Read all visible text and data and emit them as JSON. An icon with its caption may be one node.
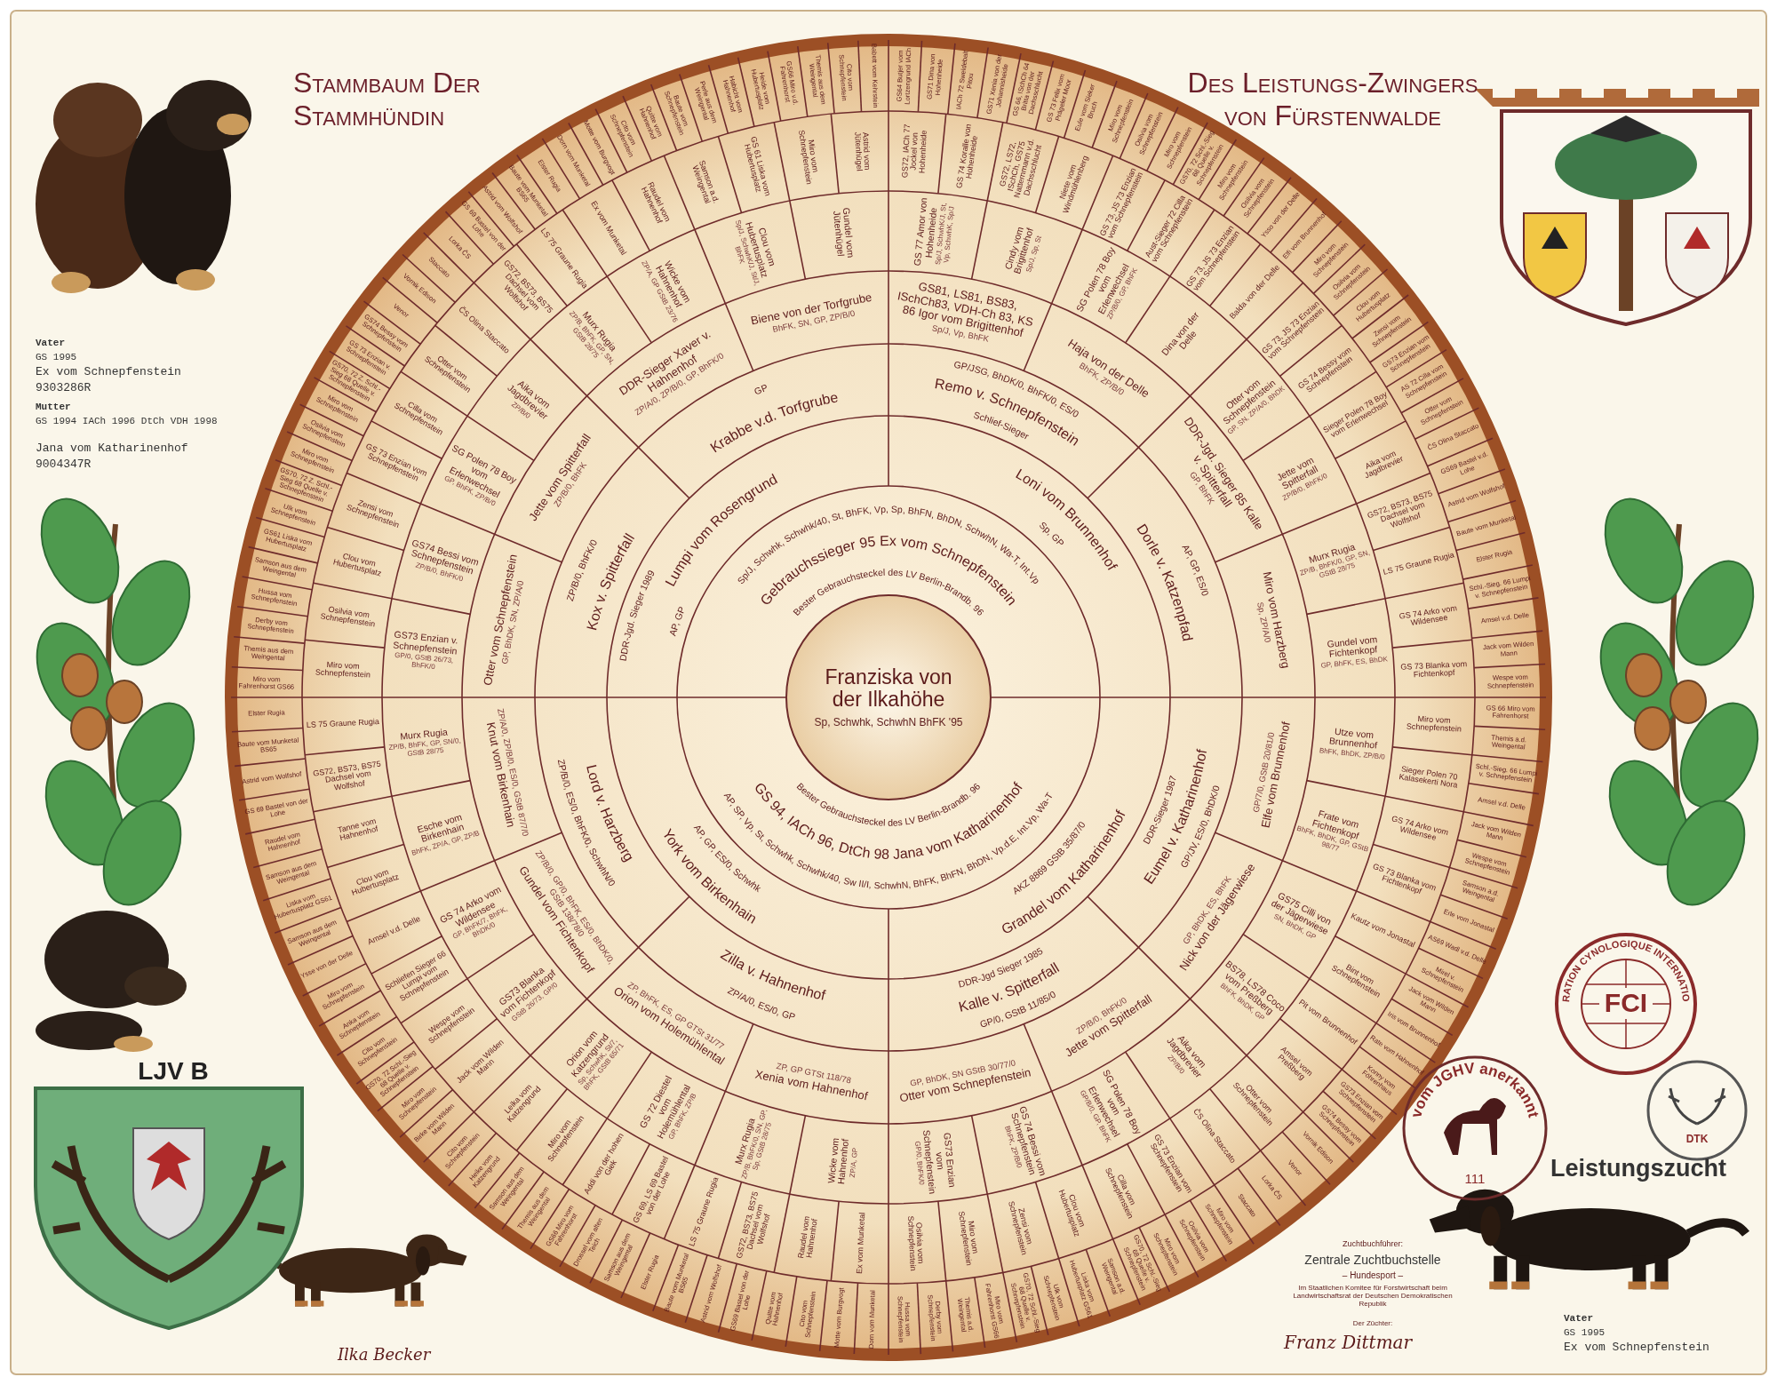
{
  "diagram": {
    "nodes": [
      {
        "text": [
          "Franziska von der Ilkahöhe",
          "Sp, Schwhk, SchwhN BhFK '95"
        ]
      },
      {
        "text": [
          "Sp/J, Schwhk, Schwhk/40, St, BhFK, Vp, Sp, BhFN, BhDN, SchwhN, Wa-T, Int.Vp",
          "Gebrauchssieger 95 Ex vom Schnepfenstein",
          "Bester Gebrauchsteckel des LV Berlin-Brandb. 96"
        ]
      },
      {
        "text": [
          "Bester Gebrauchsteckel des LV Berlin-Brandb. 96",
          "GS 94, IACh 96, DtCh 98 Jana vom Katharinenhof",
          "AP, SP, Vp, St, Schwhk, Schwhk/40, Sw II/I, SchwhN, BhFK, BhFN, BhDN, Vp.d.E, Int.Vp, Wa-T"
        ]
      },
      {
        "text": [
          "DDR-Jgd. Sieger 1989",
          "Lumpi vom Rosengrund",
          "AP, GP"
        ]
      },
      {
        "text": [
          "Loni vom Brunnenhof",
          "Sp, GP"
        ]
      },
      {
        "text": [
          "AKZ 8869 GStB 35/87/0",
          "Grandel vom Katharinenhof"
        ]
      },
      {
        "text": [
          "AP, GP, ES/0, Schwhk",
          "York vom Birkenhain"
        ]
      },
      {
        "text": [
          "ZP/B/0, BhFK/0",
          "Kox v. Spitterfall"
        ]
      },
      {
        "text": [
          "GP",
          "Krabbe v.d. Torfgrube"
        ]
      },
      {
        "text": [
          "GP/JSG, BhDK/0, BhFK/0, ES/0",
          "Remo v. Schnepfenstein",
          "Schlief-Sieger"
        ]
      },
      {
        "text": [
          "AP, GP, ES/0",
          "Dorle v. Katzenpfad"
        ]
      },
      {
        "text": [
          "DDR-Sieger 1987",
          "Eumel v. Katharinenhof",
          "GP/JV, ES/0, BhDK/0"
        ]
      },
      {
        "text": [
          "DDR-Jgd Sieger 1985",
          "Kalle v. Spitterfall",
          "GP/0, GStB 11/85/0"
        ]
      },
      {
        "text": [
          "Zilla v. Hahnenhof",
          "ZP/A/0, ES/0, GP"
        ]
      },
      {
        "text": [
          "Lord v. Harzberg",
          "ZP/B/0, ES/0, BhFK/0, SchwhN/0"
        ]
      },
      {
        "text": [
          "Otter vom Schnepfenstein",
          "GP, BhDK, SN, ZP/A/0"
        ]
      },
      {
        "text": [
          "Jette vom Spitterfall",
          "ZP/B/0, BhFK"
        ]
      },
      {
        "text": [
          "DDR-Sieger Xaver v. Hahnenhof",
          "ZP/A/0, ZP/B/0, GP, BhFK/0"
        ]
      },
      {
        "text": [
          "Biene von der Torfgrube",
          "BhFK, SN, GP, ZP/B/0"
        ]
      },
      {
        "text": [
          "GS81, LS81, BS83, ISchCh83, VDH-Ch 83, KS 86 Igor vom Brigittenhof",
          "Sp/J, Vp, BhFK"
        ]
      },
      {
        "text": [
          "Haja von der Delle",
          "BhFK, ZP/B/0"
        ]
      },
      {
        "text": [
          "DDR-Jgd. Sieger 85 Kalle v. Spitterfall",
          "GP, BhFK"
        ]
      },
      {
        "text": [
          "Miro vom Harzberg",
          "Sp, ZP/A/0"
        ]
      },
      {
        "text": [
          "GP/7/0, GStB 20/81/0",
          "Elfe vom Brunnenhof"
        ]
      },
      {
        "text": [
          "GP, BhDK, ES, BhFK",
          "Nick von der Jägerwiese"
        ]
      },
      {
        "text": [
          "ZP/B/0, BhFK/0",
          "Jette vom Spitterfall"
        ]
      },
      {
        "text": [
          "GP, BhDK, SN GStB 30/77/0",
          "Otter vom Schnepfenstein"
        ]
      },
      {
        "text": [
          "ZP, GP GTSt 118/78",
          "Xenia vom Hahnenhof"
        ]
      },
      {
        "text": [
          "ZP, BhFK, ES, GP GTSt 31/77",
          "Orion vom Holemühlental"
        ]
      },
      {
        "text": [
          "ZP/B/0, GP/0, BhFK, ES/0, BhDK/0, GStB 138/78/0",
          "Gundel vom Fichtenkopf"
        ]
      },
      {
        "text": [
          "ZP/A/0, ZP/B/0, ES/0, GStB 87/7/0",
          "Knut vom Birkenhain"
        ]
      },
      {
        "text": [
          "GS73 Enzian v. Schnepfenstein",
          "GP/0, GStB 26/73, BhFK/0"
        ]
      },
      {
        "text": [
          "GS74 Bessi vom Schnepfenstein",
          "ZP/B/0, BhFK/0"
        ]
      },
      {
        "text": [
          "SG Polen 78 Boy vom Erlenwechsel",
          "GP, BhFK, ZP/B/0"
        ]
      },
      {
        "text": [
          "Aika vom Jagdbrevier",
          "ZP/B/0"
        ]
      },
      {
        "text": [
          "Murx Rugia",
          "ZP/B, BhFK, GP, SN, GStB 28/75"
        ]
      },
      {
        "text": [
          "Wicke vom Hahnenhof",
          "ZP/A, GP GStB 23/76"
        ]
      },
      {
        "text": [
          "Clou vom Hubertusplatz",
          "Sp/J, SchwhK/J, St/J, BhFK"
        ]
      },
      {
        "text": [
          "Gundel vom Jütenhügel"
        ]
      },
      {
        "text": [
          "GS 77 Amor von Hohenheide",
          "Sp/J, SchwhK/J, St, Vp, SchwhK, Sp/J"
        ]
      },
      {
        "text": [
          "Cindy vom Brigittenhof",
          "Sp/J, Sp, St"
        ]
      },
      {
        "text": [
          "SG Polen 78 Boy vom Erlenwechsel",
          "ZP/B/0, GP, BhFK"
        ]
      },
      {
        "text": [
          "Dina von der Delle"
        ]
      },
      {
        "text": [
          "Otter vom Schnepfenstein",
          "GP, SN, ZP/A/0, BhDK"
        ]
      },
      {
        "text": [
          "Jette vom Spitterfall",
          "ZP/B/0, BhFK/0"
        ]
      },
      {
        "text": [
          "Murx Rugia",
          "ZP/B, BhFK/0, GP, SN, GStB 28/75"
        ]
      },
      {
        "text": [
          "Gundel vom Fichtenkopf",
          "GP, BhFK, ES, BhDK"
        ]
      },
      {
        "text": [
          "Utze vom Brunnenhof",
          "BhFK, BhDK, ZP/B/0"
        ]
      },
      {
        "text": [
          "Frate vom Fichtenkopf",
          "BhFK, BhDK, GP, GStB 98/77"
        ]
      },
      {
        "text": [
          "GS75 Cilli von der Jägerwiese",
          "SN, BhDK, GP"
        ]
      },
      {
        "text": [
          "BS78, LS78 Coco vom Preßberg",
          "BhFK, BhDK, GP"
        ]
      },
      {
        "text": [
          "Aika vom Jagdbrevier",
          "ZP/B/0"
        ]
      },
      {
        "text": [
          "SG Polen 78 Boy vom Erlenwechsel",
          "GP/B/0, GP, BhFK"
        ]
      },
      {
        "text": [
          "GS 74 Bessi vom Schnepfenstein",
          "BhFK, ZP/B/0"
        ]
      },
      {
        "text": [
          "GS73 Enzian vom Schnepfenstein",
          "GP/0, BhFK/0"
        ]
      },
      {
        "text": [
          "Wicke vom Hahnenhof",
          "ZP/A, GP"
        ]
      },
      {
        "text": [
          "Murx Rugia",
          "ZP/B, BhFK/0, SN, GP, Sp, GStB 28/75"
        ]
      },
      {
        "text": [
          "GS 72 Diestel vom Holemühlental",
          "GP, BhFK, ZP/B"
        ]
      },
      {
        "text": [
          "Orion vom Katzengrund",
          "Sp, SchwhK, St/7, BhFK, GStB 65/71"
        ]
      },
      {
        "text": [
          "GS73 Blanka vom Fichtenkopf",
          "GStB 26/73, GP/0"
        ]
      },
      {
        "text": [
          "GS 74 Arko vom Wildensee",
          "GP, BhFK/7, BhFK, BhDK/0"
        ]
      },
      {
        "text": [
          "Esche vom Birkenhain",
          "BhFK, ZP/A, GP, ZP/B"
        ]
      },
      {
        "text": [
          "Murx Rugia",
          "ZP/B, BhFK, GP, SN/0, GStB 28/75"
        ]
      },
      {
        "text": [
          "Miro vom Schnepfenstein"
        ]
      },
      {
        "text": [
          "Osilvia vom Schnepfenstein"
        ]
      },
      {
        "text": [
          "Clou vom Hubertusplatz"
        ]
      },
      {
        "text": [
          "Zensi vom Schnepfenstein"
        ]
      },
      {
        "text": [
          "GS 73 Enzian vom Schnepfenstein"
        ]
      },
      {
        "text": [
          "Cilla vom Schnepfenstein"
        ]
      },
      {
        "text": [
          "Otter vom Schnepfenstein"
        ]
      },
      {
        "text": [
          "ČS Olina Staccato"
        ]
      },
      {
        "text": [
          "GS72, BS73, BS75 Dachsel vom Wolfshof"
        ]
      },
      {
        "text": [
          "LS 75 Graune Rugia"
        ]
      },
      {
        "text": [
          "Ex vom Munketal"
        ]
      },
      {
        "text": [
          "Raudel vom Hahnenhof"
        ]
      },
      {
        "text": [
          "Samson a.d. Weingental"
        ]
      },
      {
        "text": [
          "GS 61 Liska vom Hubertusplatz"
        ]
      },
      {
        "text": [
          "Miro vom Schnepfenstein"
        ]
      },
      {
        "text": [
          "Astrid vom Jütenhügel"
        ]
      },
      {
        "text": [
          "GS72, IACh 77 Jockel von Hohenheide"
        ]
      },
      {
        "text": [
          "GS 74 Koralle von Hohenheide"
        ]
      },
      {
        "text": [
          "GS72, LS72, ISchCh, GS75 Natternmann v.d. Dachsschlucht"
        ]
      },
      {
        "text": [
          "Niete vom Windmühlenberg"
        ]
      },
      {
        "text": [
          "GS 73, JS 73 Enzian vom Schnepfenstein"
        ]
      },
      {
        "text": [
          "Aust-Sieger 72 Cilla vom Schnepfenstein"
        ]
      },
      {
        "text": [
          "GS 73, JS 73 Enzian vom Schnepfenstein"
        ]
      },
      {
        "text": [
          "Balda von der Delle"
        ]
      },
      {
        "text": [
          "GS 73, JS 73 Enzian vom Schnepfenstein"
        ]
      },
      {
        "text": [
          "GS 74 Bessy vom Schnepfenstein"
        ]
      },
      {
        "text": [
          "Sieger Polen 78 Boy vom Erlenwechsel"
        ]
      },
      {
        "text": [
          "Aika vom Jagdbrevier"
        ]
      },
      {
        "text": [
          "GS72, BS73, BS75 Dachsel vom Wolfshof"
        ]
      },
      {
        "text": [
          "LS 75 Graune Rugia"
        ]
      },
      {
        "text": [
          "GS 74 Arko vom Wildensee"
        ]
      },
      {
        "text": [
          "GS 73 Blanka vom Fichtenkopf"
        ]
      },
      {
        "text": [
          "Miro vom Schnepfenstein"
        ]
      },
      {
        "text": [
          "Sieger Polen 70 Kalasekerti Nora"
        ]
      },
      {
        "text": [
          "GS 74 Arko vom Wildensee"
        ]
      },
      {
        "text": [
          "GS 73 Blanka vom Fichtenkopf"
        ]
      },
      {
        "text": [
          "Kautz vom Jonastal"
        ]
      },
      {
        "text": [
          "Bint vom Schnepfenstein"
        ]
      },
      {
        "text": [
          "Pit vom Brunnenhof"
        ]
      },
      {
        "text": [
          "Amsel vom Preßberg"
        ]
      },
      {
        "text": [
          "Otter vom Schnepfenstein"
        ]
      },
      {
        "text": [
          "ČS Olina Staccato"
        ]
      },
      {
        "text": [
          "GS 73 Enzian vom Schnepfenstein"
        ]
      },
      {
        "text": [
          "Cilla vom Schnepfenstein"
        ]
      },
      {
        "text": [
          "Clou vom Hubertusplatz"
        ]
      },
      {
        "text": [
          "Zensi vom Schnepfenstein"
        ]
      },
      {
        "text": [
          "Miro vom Schnepfenstein"
        ]
      },
      {
        "text": [
          "Osilvia vom Schnepfenstein"
        ]
      },
      {
        "text": [
          "Ex vom Munketal"
        ]
      },
      {
        "text": [
          "Raudel vom Hahnenhof"
        ]
      },
      {
        "text": [
          "GS72, BS73, BS75 Dachsel vom Wolfshof"
        ]
      },
      {
        "text": [
          "LS 75 Graune Rugia"
        ]
      },
      {
        "text": [
          "GS 69, LS 69 Bastel von der Lohe"
        ]
      },
      {
        "text": [
          "Addi von der hohen Giek"
        ]
      },
      {
        "text": [
          "Miro vom Schnepfenstein"
        ]
      },
      {
        "text": [
          "Leika vom Katzengrund"
        ]
      },
      {
        "text": [
          "Jack vom Wilden Mann"
        ]
      },
      {
        "text": [
          "Wespe vom Schnepfenstein"
        ]
      },
      {
        "text": [
          "Schliefen Sieger 66 Lumpi vom Schnepfenstein"
        ]
      },
      {
        "text": [
          "Amsel v.d. Delle"
        ]
      },
      {
        "text": [
          "Clou vom Hubertusplatz"
        ]
      },
      {
        "text": [
          "Tanne vom Hahnenhof"
        ]
      },
      {
        "text": [
          "GS72, BS73, BS75 Dachsel vom Wolfshof"
        ]
      },
      {
        "text": [
          "LS 75 Graune Rugia"
        ]
      },
      {
        "text": [
          "Miro vom Fahrenhorst GS66"
        ]
      },
      {
        "text": [
          "Themis aus dem Weingental"
        ]
      },
      {
        "text": [
          "Derby vom Schnepfenstein"
        ]
      },
      {
        "text": [
          "Hussa vom Schnepfenstein"
        ]
      },
      {
        "text": [
          "Samson aus dem Weingental"
        ]
      },
      {
        "text": [
          "GS61 Liska vom Hubertusplatz"
        ]
      },
      {
        "text": [
          "Ulk vom Schnepfenstein"
        ]
      },
      {
        "text": [
          "GS70, 72 Z. Schl.-Sieg 68 Quelle v. Schnepfenstein"
        ]
      },
      {
        "text": [
          "Miro vom Schnepfenstein"
        ]
      },
      {
        "text": [
          "Osilvia vom Schnepfenstein"
        ]
      },
      {
        "text": [
          "Miro vom Schnepfenstein"
        ]
      },
      {
        "text": [
          "GS70, 72 Z. Schl.-Sieg 68 Quelle v. Schnepfenstein"
        ]
      },
      {
        "text": [
          "GS 73 Enzian v. Schnepfenstein"
        ]
      },
      {
        "text": [
          "GS74 Bessy vom Schnepfenstein"
        ]
      },
      {
        "text": [
          "Venor"
        ]
      },
      {
        "text": [
          "Vornik Edison"
        ]
      },
      {
        "text": [
          "Staccato"
        ]
      },
      {
        "text": [
          "Lorka ČS"
        ]
      },
      {
        "text": [
          "GS 69 Bastel von der Lohe"
        ]
      },
      {
        "text": [
          "Astrid vom Wolfshof"
        ]
      },
      {
        "text": [
          "Baute vom Munketal BS65"
        ]
      },
      {
        "text": [
          "Elster Rugia"
        ]
      },
      {
        "text": [
          "Dorn vom Munketal"
        ]
      },
      {
        "text": [
          "Motte vom Burgvogt"
        ]
      },
      {
        "text": [
          "Cito vom Schnepfenstein"
        ]
      },
      {
        "text": [
          "Quitte vom Hahnenhof"
        ]
      },
      {
        "text": [
          "Baute vom Schnepfenstein"
        ]
      },
      {
        "text": [
          "Perle aus dem Weingental"
        ]
      },
      {
        "text": [
          "Habicht vom Hahnenhof"
        ]
      },
      {
        "text": [
          "Heide vom Hubertusplatz"
        ]
      },
      {
        "text": [
          "GS66 Miro v.d. Fahrenhorst"
        ]
      },
      {
        "text": [
          "Themis aus dem Weingental"
        ]
      },
      {
        "text": [
          "Cito vom Schnepfenstein"
        ]
      },
      {
        "text": [
          "Babett vom Kehrstein"
        ]
      },
      {
        "text": [
          "GS64 Butjer vom Lortzengrund IACh"
        ]
      },
      {
        "text": [
          "GS71 Dina von Hohenheide"
        ]
      },
      {
        "text": [
          "IACh 72 Sweldebalt Pitou"
        ]
      },
      {
        "text": [
          "GS71 Xenia von der Johannisheide"
        ]
      },
      {
        "text": [
          "GS 66, ISchCh 64 Britta von der Dachsschlucht"
        ]
      },
      {
        "text": [
          "GS 73 Felix vom Prägeler Moor"
        ]
      },
      {
        "text": [
          "Eule vom Sieker Bruch"
        ]
      },
      {
        "text": [
          "Miro vom Schnepfenstein"
        ]
      },
      {
        "text": [
          "Osilvia vom Schnepfenstein"
        ]
      },
      {
        "text": [
          "Miro vom Schnepfenstein"
        ]
      },
      {
        "text": [
          "GS70, 72 Schl.-Sieg 68 Quelle v. Schnepfenstein"
        ]
      },
      {
        "text": [
          "Miro vom Schnepfenstein"
        ]
      },
      {
        "text": [
          "Osilvia vom Schnepfenstein"
        ]
      },
      {
        "text": [
          "Ysso von der Delle"
        ]
      },
      {
        "text": [
          "Elfi vom Brunnenhof"
        ]
      },
      {
        "text": [
          "Miro vom Schnepfenstein"
        ]
      },
      {
        "text": [
          "Osilvia vom Schnepfenstein"
        ]
      },
      {
        "text": [
          "Clou vom Hubertusplatz"
        ]
      },
      {
        "text": [
          "Zensi vom Schnepfenstein"
        ]
      },
      {
        "text": [
          "GS73 Enzian vom Schnepfenstein"
        ]
      },
      {
        "text": [
          "AS 72 Cilla vom Schnepfenstein"
        ]
      },
      {
        "text": [
          "Otter vom Schnepfenstein"
        ]
      },
      {
        "text": [
          "ČS Olina Staccato"
        ]
      },
      {
        "text": [
          "GS69 Bastel v.d. Lohe"
        ]
      },
      {
        "text": [
          "Astrid vom Wolfshof"
        ]
      },
      {
        "text": [
          "Baute vom Munketal"
        ]
      },
      {
        "text": [
          "Elster Rugia"
        ]
      },
      {
        "text": [
          "Schl.-Sieg. 66 Lumpi v. Schnepfenstein"
        ]
      },
      {
        "text": [
          "Amsel v.d. Delle"
        ]
      },
      {
        "text": [
          "Jack vom Wilden Mann"
        ]
      },
      {
        "text": [
          "Wespe vom Schnepfenstein"
        ]
      },
      {
        "text": [
          "GS 66 Miro vom Fahrenhorst"
        ]
      },
      {
        "text": [
          "Themis a.d. Weingental"
        ]
      },
      {
        "text": [
          "Schl.-Sieg. 66 Lumpi v. Schnepfenstein"
        ]
      },
      {
        "text": [
          "Amsel v.d. Delle"
        ]
      },
      {
        "text": [
          "Jack vom Wilden Mann"
        ]
      },
      {
        "text": [
          "Wespe vom Schnepfenstein"
        ]
      },
      {
        "text": [
          "Samson a.d. Weingental"
        ]
      },
      {
        "text": [
          "Erle vom Jonastal"
        ]
      },
      {
        "text": [
          "AS69 Wadl v.d. Delle"
        ]
      },
      {
        "text": [
          "Mirel v. Schnepfenstein"
        ]
      },
      {
        "text": [
          "Jack vom Wilden Mann"
        ]
      },
      {
        "text": [
          "Iris vom Brunnenhof"
        ]
      },
      {
        "text": [
          "Rate vom Hahnenhof"
        ]
      },
      {
        "text": [
          "Konny vom Föhrenhaus"
        ]
      },
      {
        "text": [
          "GS73 Enzian vom Schnepfenstein"
        ]
      },
      {
        "text": [
          "GS74 Bessy vom Schnepfenstein"
        ]
      },
      {
        "text": [
          "Vornik Edison"
        ]
      },
      {
        "text": [
          "Venor"
        ]
      },
      {
        "text": [
          "Lorka ČS"
        ]
      },
      {
        "text": [
          "Staccato"
        ]
      },
      {
        "text": [
          "Miro vom Schnepfenstein"
        ]
      },
      {
        "text": [
          "Osilvia vom Schnepfenstein"
        ]
      },
      {
        "text": [
          "Miro vom Schnepfenstein"
        ]
      },
      {
        "text": [
          "GS70, 72 Schl.-Sieg 68 Quelle v. Schnepfenstein"
        ]
      },
      {
        "text": [
          "Samson a.d. Weingental"
        ]
      },
      {
        "text": [
          "Liska vom Hubertusplatz GS61"
        ]
      },
      {
        "text": [
          "Ulk vom Schnepfenstein"
        ]
      },
      {
        "text": [
          "GS70, 72 Schl.-Sieg 68 Quelle v. Schnepfenstein"
        ]
      },
      {
        "text": [
          "Miro vom Fahrenhorst GS66"
        ]
      },
      {
        "text": [
          "Themis a.d. Weingental"
        ]
      },
      {
        "text": [
          "Derby vom Schnepfenstein"
        ]
      },
      {
        "text": [
          "Hussa vom Schnepfenstein"
        ]
      },
      {
        "text": [
          "Dorn vom Munketal"
        ]
      },
      {
        "text": [
          "Motte vom Burgvogt"
        ]
      },
      {
        "text": [
          "Cito vom Schnepfenstein"
        ]
      },
      {
        "text": [
          "Quitte vom Hahnenhof"
        ]
      },
      {
        "text": [
          "GS69 Bastel von der Lohe"
        ]
      },
      {
        "text": [
          "Astrid vom Wolfshof"
        ]
      },
      {
        "text": [
          "Baute vom Munketal BS65"
        ]
      },
      {
        "text": [
          "Elster Rugia"
        ]
      },
      {
        "text": [
          "Samson aus dem Weingental"
        ]
      },
      {
        "text": [
          "Drossel vom alten Teich"
        ]
      },
      {
        "text": [
          "GS66 Miro vom Fahrenhorst"
        ]
      },
      {
        "text": [
          "Themis aus dem Weingental"
        ]
      },
      {
        "text": [
          "Samson aus dem Weingental"
        ]
      },
      {
        "text": [
          "Heike vom Katzengrund"
        ]
      },
      {
        "text": [
          "Cito vom Schnepfenstein"
        ]
      },
      {
        "text": [
          "Birke vom Wilden Mann"
        ]
      },
      {
        "text": [
          "Miro vom Schnepfenstein"
        ]
      },
      {
        "text": [
          "GS70, 72 Schl.-Sieg 68 Quelle v. Schnepfenstein"
        ]
      },
      {
        "text": [
          "Cito vom Schnepfenstein"
        ]
      },
      {
        "text": [
          "Anka vom Schnepfenstein"
        ]
      },
      {
        "text": [
          "Miro vom Schnepfenstein"
        ]
      },
      {
        "text": [
          "Ysse von der Delle"
        ]
      },
      {
        "text": [
          "Samson aus dem Weingental"
        ]
      },
      {
        "text": [
          "Liska vom Hubertusplatz GS61"
        ]
      },
      {
        "text": [
          "Samson aus dem Weingental"
        ]
      },
      {
        "text": [
          "Raudel vom Hahnenhof"
        ]
      },
      {
        "text": [
          "GS 69 Bastel von der Lohe"
        ]
      },
      {
        "text": [
          "Astrid vom Wolfshof"
        ]
      },
      {
        "text": [
          "Baute vom Munketal BS65"
        ]
      },
      {
        "text": [
          "Elster Rugia"
        ]
      }
    ],
    "labels": [
      "Stammbaum Der Stammhündin",
      "Des Leistungs-Zwingers von Fürstenwalde",
      "Vater",
      "GS 1995",
      "Ex vom Schnepfenstein",
      "9303286R",
      "Mutter",
      "GS 1994 IACh 1996 DtCh VDH 1998",
      "Jana vom Katharinenhof",
      "9004347R",
      "LJV B",
      "Ilka Becker",
      "FÉDÉRATION CYNOLOGIQUE INTERNATIONALE",
      "FCI",
      "vom JGHV anerkannt",
      "111",
      "DTK",
      "Leistungszucht",
      "Zuchtbuchführer:",
      "Zentrale Zuchtbuchstelle",
      "– Hundesport –",
      "Im Staatlichen Komitee für Forstwirtschaft beim Landwirtschaftsrat der Deutschen Demokratischen Republik",
      "Der Züchter:",
      "Franz Dittmar",
      "Vater",
      "GS 1995",
      "Ex vom Schnepfenstein"
    ]
  }
}
